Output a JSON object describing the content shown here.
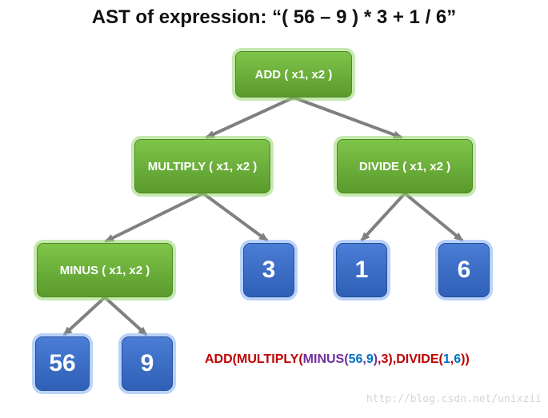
{
  "title": "AST of expression: “( 56 – 9 ) * 3 + 1 / 6”",
  "colors": {
    "op_node": "#6aad3a",
    "num_node": "#3a6cc8",
    "edge": "#808080",
    "formula_red": "#c00000",
    "formula_purple": "#7030a0",
    "formula_blue": "#0070c0"
  },
  "nodes": {
    "add": "ADD ( x1, x2 )",
    "multiply": "MULTIPLY ( x1, x2 )",
    "divide": "DIVIDE ( x1, x2 )",
    "minus": "MINUS ( x1, x2 )",
    "n56": "56",
    "n9": "9",
    "n3": "3",
    "n1": "1",
    "n6": "6"
  },
  "formula": {
    "add_open": "ADD(",
    "multiply_open": "MULTIPLY(",
    "minus_open": "MINUS(",
    "arg56": "56",
    "comma1": ",",
    "arg9": "9",
    "minus_close": ")",
    "comma2": ",",
    "arg3": "3",
    "multiply_close": ")",
    "comma3": ",",
    "divide_open": "DIVIDE(",
    "arg1": "1",
    "comma4": ",",
    "arg6": "6",
    "divide_close": ")",
    "add_close": ")"
  },
  "watermark": "http://blog.csdn.net/unixzii"
}
